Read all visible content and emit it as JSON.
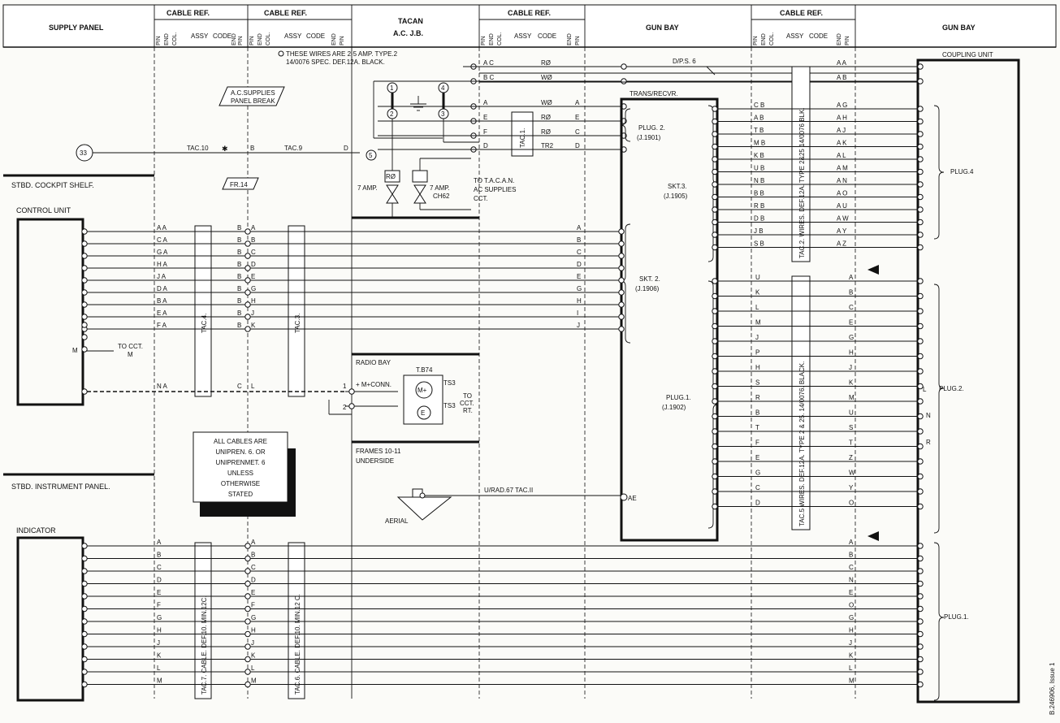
{
  "header": {
    "supply_panel": "SUPPLY PANEL",
    "cable_ref": "CABLE REF.",
    "tacan": "TACAN",
    "tacan_jb": "A.C. J.B.",
    "gun_bay": "GUN BAY",
    "sub_pin": "PIN",
    "sub_end": "END",
    "sub_col": "COL.",
    "sub_assy": "ASSY",
    "sub_code": "CODE"
  },
  "notes": {
    "wires_note_1": "THESE WIRES ARE 2·5 AMP. TYPE.2",
    "wires_note_2": "14/0076 SPEC. DEF.12A. BLACK.",
    "ac_supplies_1": "A.C.SUPPLIES",
    "ac_supplies_2": "PANEL BREAK",
    "fr14": "FR.14",
    "all_cables": [
      "ALL CABLES ARE",
      "UNIPREN. 6. OR",
      "UNIPRENMET. 6",
      "UNLESS",
      "OTHERWISE",
      "STATED"
    ],
    "to_tacan": [
      "TO T.A.C.A.N.",
      "AC SUPPLIES",
      "CCT."
    ],
    "seven_amp_1": "7 AMP.",
    "seven_amp_2": "7 AMP.",
    "ch62": "CH62",
    "r_phase": "RØ",
    "radio_bay": "RADIO BAY",
    "tb74": "T.B74",
    "m_conn": "+ M+CONN.",
    "ts3a": "TS3",
    "ts3b": "TS3",
    "to_cct_rt": [
      "TO",
      "CCT.",
      "RT."
    ],
    "frames": [
      "FRAMES 10-11",
      "UNDERSIDE"
    ],
    "aerial": "AERIAL",
    "urad": "U/RAD.67 TAC.II",
    "ae": "AE",
    "dps6": "D/P.S. 6",
    "coupling_unit": "COUPLING UNIT",
    "trans_recvr": "TRANS/RECVR.",
    "tac10": "TAC.10",
    "tac9": "TAC.9",
    "star": "✱",
    "node33": "33",
    "node5": "5",
    "node1": "1",
    "node2": "2",
    "node3": "3",
    "node4": "4",
    "tac1": "TAC.1.",
    "stbd_cockpit": "STBD. COCKPIT SHELF.",
    "control_unit": "CONTROL UNIT",
    "stbd_instrument": "STBD. INSTRUMENT PANEL.",
    "indicator": "INDICATOR",
    "to_cct_m": [
      "TO CCT.",
      "M"
    ],
    "m_label": "M",
    "serial": "B.246906, Issue 1"
  },
  "labels": {
    "tac4": "TAC.4.",
    "tac3": "TAC.3.",
    "tac7": "TAC.7. CABLE. DEF.10. MIN.12C.",
    "tac6": "TAC.6. CABLE. DEF.10. MIN.12 C.",
    "tac2": "TAC.2. WIRES. DEF.12A. TYPE 2&25 14/0076 BLK.",
    "tac5": "TAC.5 WIRES. DEF.12A. TYPE 2 & 25. 14/0076. BLACK.",
    "plug2": [
      "PLUG. 2.",
      "(J.1901)"
    ],
    "skt3": [
      "SKT.3.",
      "(J.1905)"
    ],
    "skt2": [
      "SKT. 2.",
      "(J.1906)"
    ],
    "plug1": [
      "PLUG.1.",
      "(J.1902)"
    ],
    "plug4_r": "PLUG.4",
    "plug2_r": "PLUG.2.",
    "plug1_r": "PLUG.1."
  },
  "tacan_rows": [
    {
      "pin": "A C",
      "col": "RØ",
      "end": ""
    },
    {
      "pin": "B C",
      "col": "WØ",
      "end": ""
    },
    {
      "pin": "A",
      "col": "WØ",
      "end": "A"
    },
    {
      "pin": "E",
      "col": "RØ",
      "end": "E"
    },
    {
      "pin": "F",
      "col": "RØ",
      "end": "C"
    },
    {
      "pin": "D",
      "col": "TR2",
      "end": "D"
    }
  ],
  "control_rows": [
    {
      "l": "A A",
      "r": "B",
      "p": "A",
      "t": "A"
    },
    {
      "l": "C A",
      "r": "B",
      "p": "B",
      "t": "B"
    },
    {
      "l": "G A",
      "r": "B",
      "p": "C",
      "t": "C"
    },
    {
      "l": "H A",
      "r": "B",
      "p": "D",
      "t": "D"
    },
    {
      "l": "J A",
      "r": "B",
      "p": "E",
      "t": "E"
    },
    {
      "l": "D A",
      "r": "B",
      "p": "G",
      "t": "G"
    },
    {
      "l": "B A",
      "r": "B",
      "p": "H",
      "t": "H"
    },
    {
      "l": "E A",
      "r": "B",
      "p": "J",
      "t": "I"
    },
    {
      "l": "F A",
      "r": "B",
      "p": "K",
      "t": "J"
    }
  ],
  "na_row": {
    "l": "N A",
    "r": "C",
    "p": "L",
    "t1": "1",
    "t2": "2"
  },
  "indicator_rows": [
    "A",
    "B",
    "C",
    "D",
    "E",
    "F",
    "G",
    "H",
    "J",
    "K",
    "L",
    "M"
  ],
  "gun_rows_upper": [
    {
      "l": "C B",
      "r": "A G"
    },
    {
      "l": "A B",
      "r": "A H"
    },
    {
      "l": "T B",
      "r": "A J"
    },
    {
      "l": "M B",
      "r": "A K"
    },
    {
      "l": "K B",
      "r": "A L"
    },
    {
      "l": "U B",
      "r": "A M"
    },
    {
      "l": "N B",
      "r": "A N"
    },
    {
      "l": "B B",
      "r": "A O"
    },
    {
      "l": "R B",
      "r": "A U"
    },
    {
      "l": "D B",
      "r": "A W"
    },
    {
      "l": "J B",
      "r": "A Y"
    },
    {
      "l": "S B",
      "r": "A Z"
    }
  ],
  "gun_top_rows": [
    {
      "r": "A A"
    },
    {
      "r": "A B"
    }
  ],
  "gun_rows_mid": [
    {
      "l": "U",
      "r": "A"
    },
    {
      "l": "K",
      "r": "B"
    },
    {
      "l": "L",
      "r": "C"
    },
    {
      "l": "M",
      "r": "E"
    },
    {
      "l": "J",
      "r": "G"
    },
    {
      "l": "P",
      "r": "H"
    },
    {
      "l": "H",
      "r": "J"
    },
    {
      "l": "S",
      "r": "K"
    },
    {
      "l": "R",
      "r": "M"
    },
    {
      "l": "B",
      "r": "U"
    },
    {
      "l": "T",
      "r": "S"
    },
    {
      "l": "F",
      "r": "T"
    },
    {
      "l": "E",
      "r": "Z"
    },
    {
      "l": "G",
      "r": "W"
    },
    {
      "l": "C",
      "r": "Y"
    },
    {
      "l": "D",
      "r": "O"
    }
  ],
  "gun_rows_lower": [
    "A",
    "B",
    "C",
    "N",
    "E",
    "O",
    "G",
    "H",
    "J",
    "K",
    "L",
    "M"
  ],
  "coupling_side": [
    "L",
    "N",
    "R"
  ]
}
